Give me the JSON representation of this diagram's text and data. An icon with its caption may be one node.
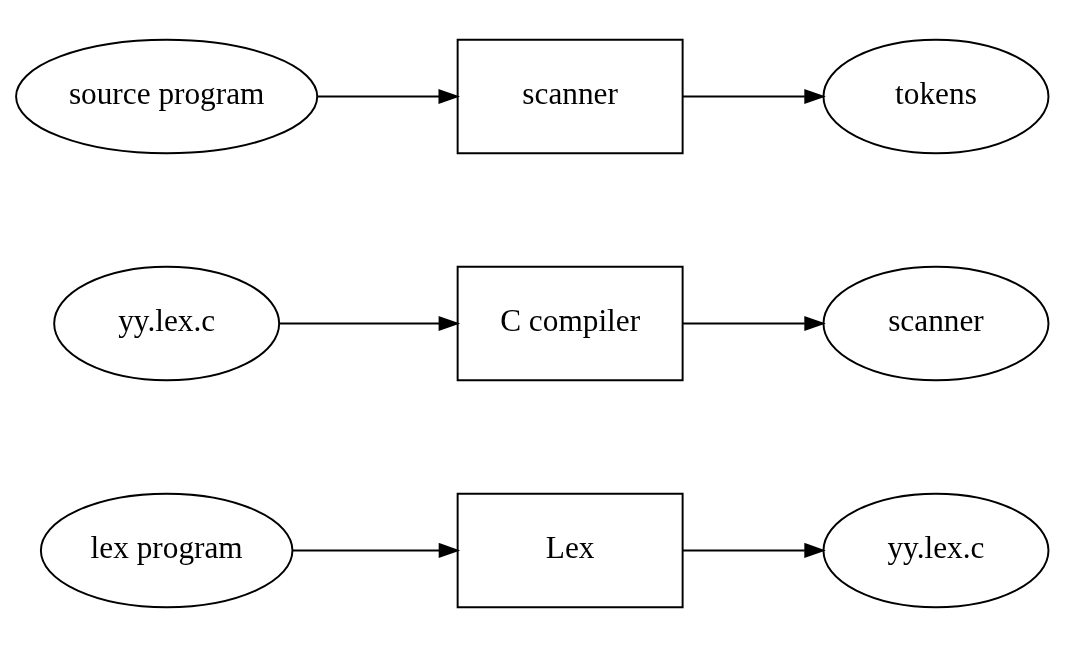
{
  "diagram": {
    "nodes": [
      {
        "text": [
          "lex program"
        ]
      },
      {
        "text": [
          "Lex"
        ]
      },
      {
        "text": [
          "yy.lex.c"
        ]
      },
      {
        "text": [
          "yy.lex.c"
        ]
      },
      {
        "text": [
          "C compiler"
        ]
      },
      {
        "text": [
          "scanner"
        ]
      },
      {
        "text": [
          "source program"
        ]
      },
      {
        "text": [
          "scanner"
        ]
      },
      {
        "text": [
          "tokens"
        ]
      }
    ],
    "edges": [
      {
        "from": 0,
        "to": 1,
        "arrow": "to"
      },
      {
        "from": 1,
        "to": 2,
        "arrow": "to"
      },
      {
        "from": 3,
        "to": 4,
        "arrow": "to"
      },
      {
        "from": 4,
        "to": 5,
        "arrow": "to"
      },
      {
        "from": 6,
        "to": 7,
        "arrow": "to"
      },
      {
        "from": 7,
        "to": 8,
        "arrow": "to"
      }
    ]
  }
}
